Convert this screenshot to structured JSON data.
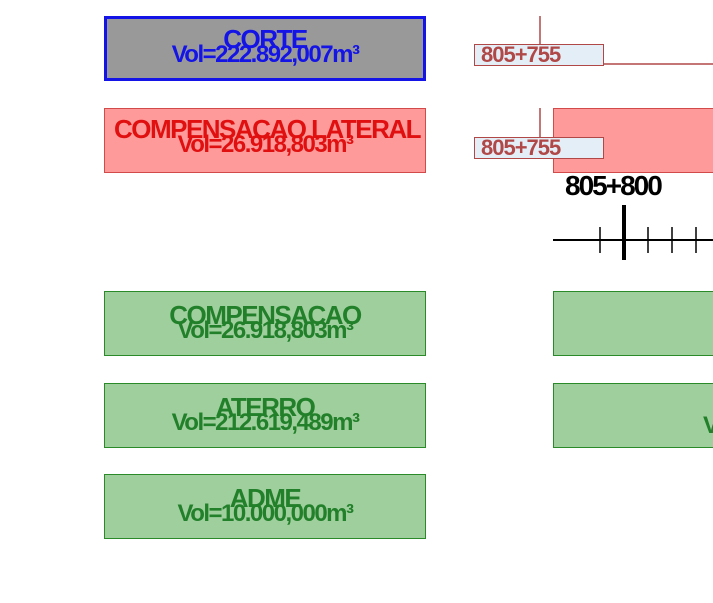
{
  "blocks": {
    "corte": {
      "title": "CORTE",
      "volume": "Vol=222.892,007m³"
    },
    "compensacao_lateral": {
      "title": "COMPENSACAO LATERAL",
      "volume": "Vol=26.918,803m³"
    },
    "compensacao": {
      "title": "COMPENSACAO",
      "volume": "Vol=26.918,803m³"
    },
    "aterro": {
      "title": "ATERRO",
      "volume": "Vol=212.619,489m³"
    },
    "adme": {
      "title": "ADME",
      "volume": "Vol=10.000,000m³"
    }
  },
  "stations": {
    "station_1": "805+755",
    "station_2": "805+755",
    "km_marker": "805+800"
  },
  "partial_text": {
    "aterro_right": "V"
  },
  "colors": {
    "corte_fill": "#999999",
    "corte_border": "#1414e6",
    "lateral_fill": "#ff9a9a",
    "lateral_text": "#e01010",
    "green_fill": "#9fcf9d",
    "green_text": "#22802a",
    "station_text": "#b04848",
    "station_fill": "#e4eef6"
  }
}
